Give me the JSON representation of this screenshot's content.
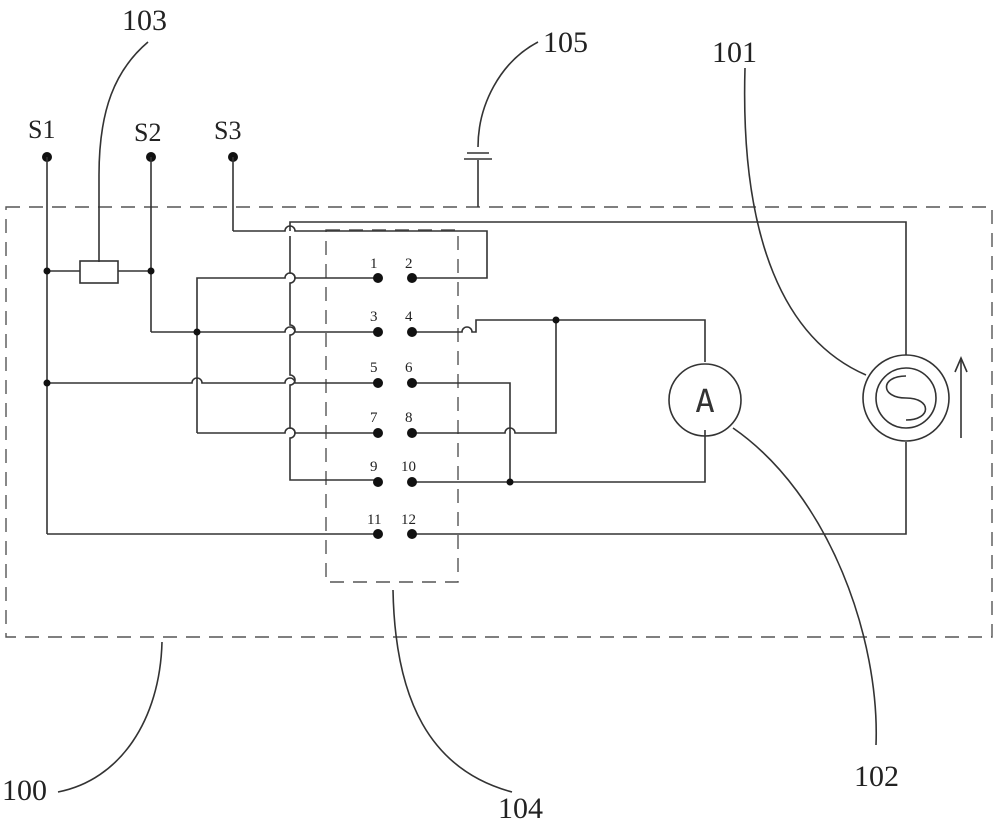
{
  "diagram": {
    "reference_numerals": {
      "housing": "100",
      "ac_source": "101",
      "ammeter": "102",
      "resistor": "103",
      "connector": "104",
      "ground": "105"
    },
    "terminals": [
      "S1",
      "S2",
      "S3"
    ],
    "ammeter_symbol": "A",
    "connector_pins": [
      "1",
      "2",
      "3",
      "4",
      "5",
      "6",
      "7",
      "8",
      "9",
      "10",
      "11",
      "12"
    ]
  }
}
